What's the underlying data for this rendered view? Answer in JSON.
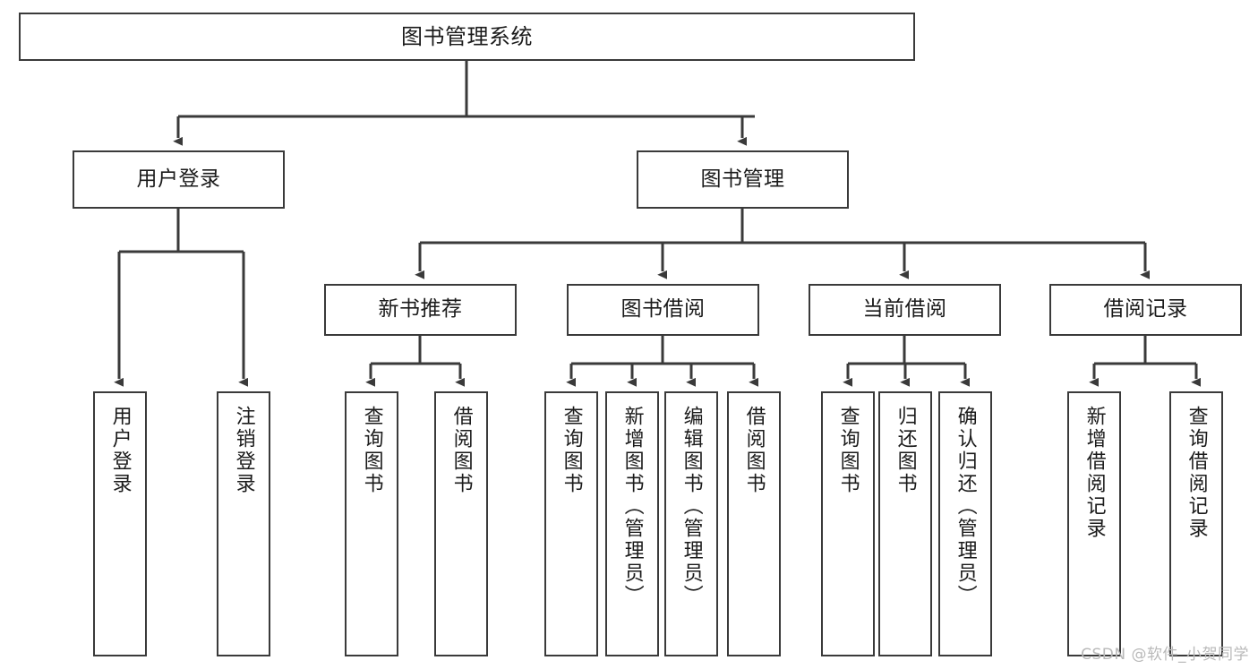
{
  "diagram": {
    "title": "图书管理系统",
    "type": "hierarchy-tree",
    "orientation": "top-down",
    "colors": {
      "box_border": "#3a3a3a",
      "box_fill": "#ffffff",
      "connector": "#3a3a3a",
      "text": "#1b1b1b",
      "watermark": "#b9b9b9",
      "background": "#ffffff"
    }
  },
  "root": {
    "label": "图书管理系统"
  },
  "level1": [
    {
      "label": "用户登录"
    },
    {
      "label": "图书管理"
    }
  ],
  "level2": [
    {
      "label": "新书推荐"
    },
    {
      "label": "图书借阅"
    },
    {
      "label": "当前借阅"
    },
    {
      "label": "借阅记录"
    }
  ],
  "leaves": {
    "user_login": [
      {
        "label": "用户登录"
      },
      {
        "label": "注销登录"
      }
    ],
    "new_book_recommend": [
      {
        "label": "查询图书"
      },
      {
        "label": "借阅图书"
      }
    ],
    "book_borrow": [
      {
        "label": "查询图书"
      },
      {
        "label": "新增图书（管理员）"
      },
      {
        "label": "编辑图书（管理员）"
      },
      {
        "label": "借阅图书"
      }
    ],
    "current_borrow": [
      {
        "label": "查询图书"
      },
      {
        "label": "归还图书"
      },
      {
        "label": "确认归还（管理员）"
      }
    ],
    "borrow_record": [
      {
        "label": "新增借阅记录"
      },
      {
        "label": "查询借阅记录"
      }
    ]
  },
  "watermark": {
    "text": "CSDN @软件_小贺同学"
  }
}
